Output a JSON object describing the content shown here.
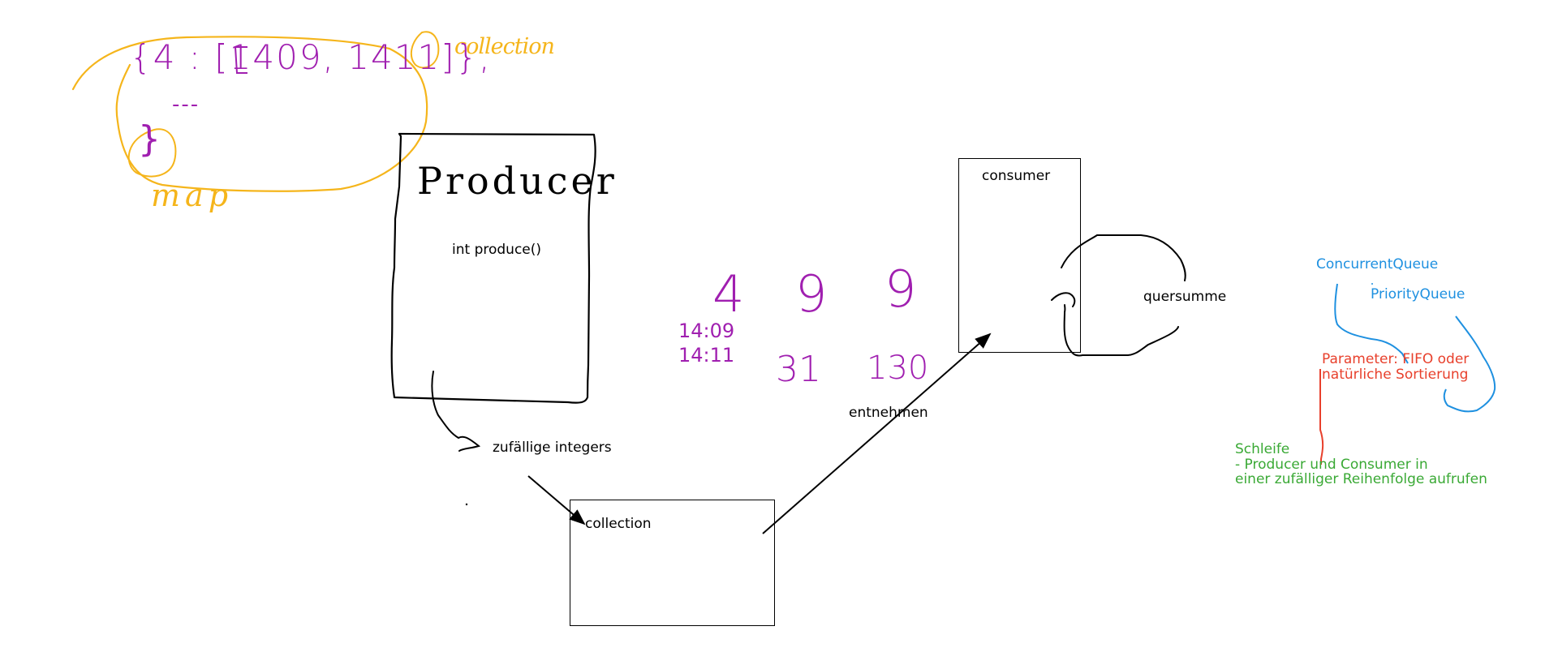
{
  "colors": {
    "black": "#000000",
    "orange": "#f5b51b",
    "purple": "#a01fb0",
    "blue": "#1e90e0",
    "red": "#e8402c",
    "green": "#3aa935"
  },
  "handwriting": {
    "map_literal_line1": "{4 : [1409, 1411]},",
    "map_literal_ellipsis": "---",
    "map_literal_close": "}",
    "collection_note": "collection",
    "map_note": "map",
    "producer_title": "Producer",
    "digit_4": "4",
    "digit_9a": "9",
    "digit_9b": "9",
    "time_1409": "14:09",
    "time_1411": "14:11",
    "value_31": "31",
    "value_130": "130"
  },
  "labels": {
    "int_produce": "int produce()",
    "random_integers": "zufällige integers",
    "collection": "collection",
    "consumer": "consumer",
    "entnehmen": "entnehmen",
    "quersumme": "quersumme",
    "concurrent_queue": "ConcurrentQueue",
    "priority_queue": "PriorityQueue",
    "parameter_line1": "Parameter: FIFO oder",
    "parameter_line2": "natürliche Sortierung",
    "schleife_line1": "Schleife",
    "schleife_line2": "- Producer und Consumer in",
    "schleife_line3": "einer zufälliger Reihenfolge aufrufen"
  }
}
